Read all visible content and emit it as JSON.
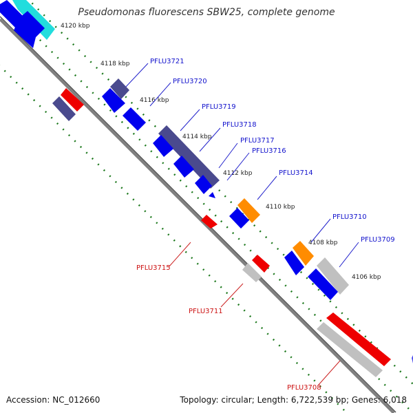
{
  "title": "Pseudomonas fluorescens SBW25, complete genome",
  "accession": "Accession: NC_012660",
  "summary": "Topology: circular; Length: 6,722,539 bp; Genes: 6,018",
  "ticks": [
    "4120 kbp",
    "4118 kbp",
    "4116 kbp",
    "4114 kbp",
    "4112 kbp",
    "4110 kbp",
    "4108 kbp",
    "4106 kbp"
  ],
  "genes_forward": [
    "PFLU3721",
    "PFLU3720",
    "PFLU3719",
    "PFLU3718",
    "PFLU3717",
    "PFLU3716",
    "PFLU3714",
    "PFLU3710",
    "PFLU3709"
  ],
  "genes_reverse": [
    "PFLU3715",
    "PFLU3711",
    "PFLU3708"
  ],
  "colors": {
    "forward_label": "#1111cc",
    "reverse_label": "#cc1111",
    "backbone": "#808080",
    "tick_dots": "#1f7a1f",
    "gene_blue": "#0000ee",
    "gene_navy": "#4a4a8e",
    "gene_red": "#ee0000",
    "gene_orange": "#ff8c00",
    "gene_gray": "#c0c0c0",
    "gene_cyan": "#22dddd"
  }
}
